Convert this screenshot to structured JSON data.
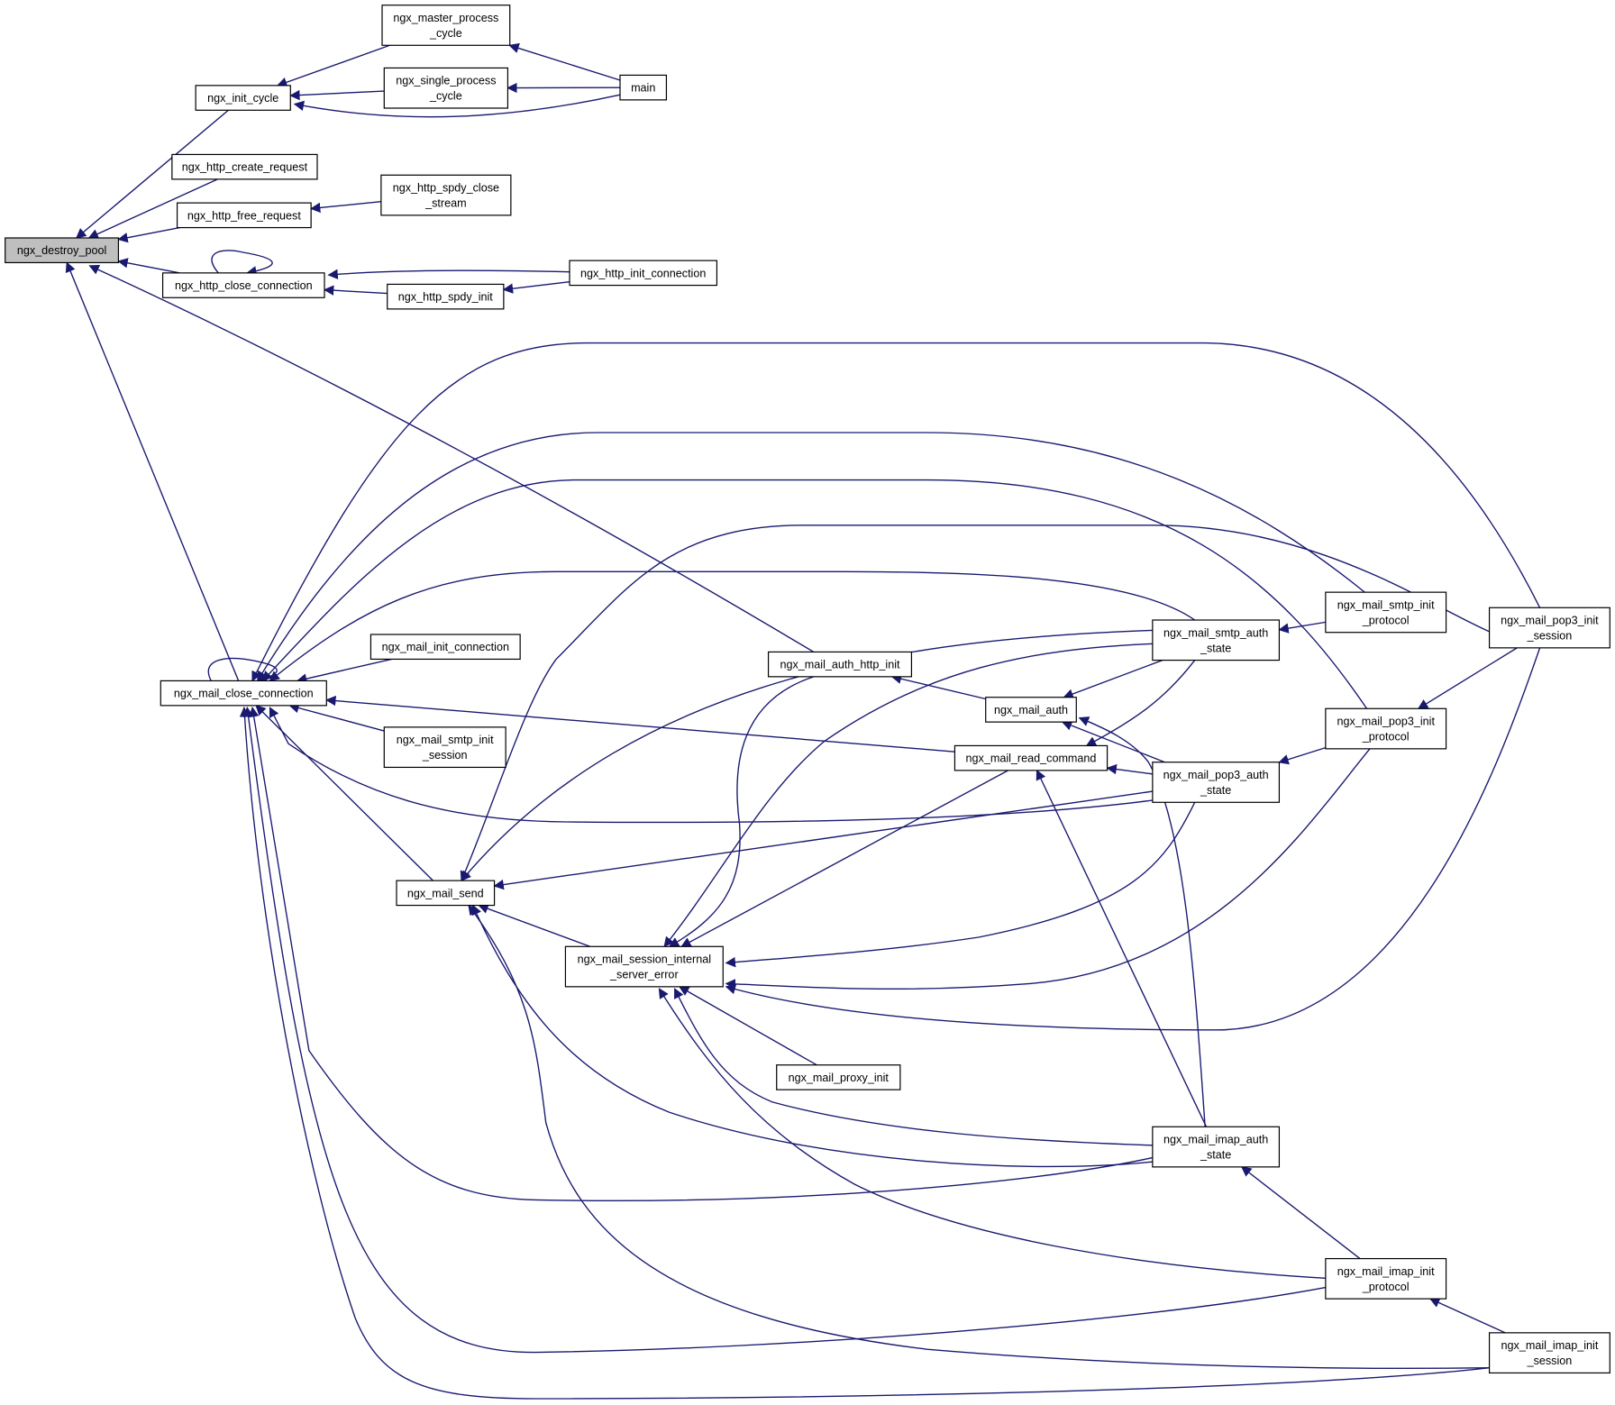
{
  "colors": {
    "edge": "#191970",
    "root_fill": "#bfbfbf",
    "node_fill": "#ffffff",
    "node_stroke": "#000000"
  },
  "nodes": {
    "destroy_pool": {
      "lines": [
        "ngx_destroy_pool"
      ],
      "root": true
    },
    "init_cycle": {
      "lines": [
        "ngx_init_cycle"
      ]
    },
    "master_process_cycle": {
      "lines": [
        "ngx_master_process",
        "_cycle"
      ]
    },
    "single_process_cycle": {
      "lines": [
        "ngx_single_process",
        "_cycle"
      ]
    },
    "main": {
      "lines": [
        "main"
      ]
    },
    "http_create_request": {
      "lines": [
        "ngx_http_create_request"
      ]
    },
    "http_free_request": {
      "lines": [
        "ngx_http_free_request"
      ]
    },
    "http_spdy_close_stream": {
      "lines": [
        "ngx_http_spdy_close",
        "_stream"
      ]
    },
    "http_close_connection": {
      "lines": [
        "ngx_http_close_connection"
      ]
    },
    "http_init_connection": {
      "lines": [
        "ngx_http_init_connection"
      ]
    },
    "http_spdy_init": {
      "lines": [
        "ngx_http_spdy_init"
      ]
    },
    "mail_close_connection": {
      "lines": [
        "ngx_mail_close_connection"
      ]
    },
    "mail_init_connection": {
      "lines": [
        "ngx_mail_init_connection"
      ]
    },
    "mail_smtp_init_session": {
      "lines": [
        "ngx_mail_smtp_init",
        "_session"
      ]
    },
    "mail_auth_http_init": {
      "lines": [
        "ngx_mail_auth_http_init"
      ]
    },
    "mail_auth": {
      "lines": [
        "ngx_mail_auth"
      ]
    },
    "mail_read_command": {
      "lines": [
        "ngx_mail_read_command"
      ]
    },
    "mail_send": {
      "lines": [
        "ngx_mail_send"
      ]
    },
    "mail_session_internal_server_error": {
      "lines": [
        "ngx_mail_session_internal",
        "_server_error"
      ]
    },
    "mail_proxy_init": {
      "lines": [
        "ngx_mail_proxy_init"
      ]
    },
    "mail_smtp_auth_state": {
      "lines": [
        "ngx_mail_smtp_auth",
        "_state"
      ]
    },
    "mail_pop3_auth_state": {
      "lines": [
        "ngx_mail_pop3_auth",
        "_state"
      ]
    },
    "mail_imap_auth_state": {
      "lines": [
        "ngx_mail_imap_auth",
        "_state"
      ]
    },
    "mail_smtp_init_protocol": {
      "lines": [
        "ngx_mail_smtp_init",
        "_protocol"
      ]
    },
    "mail_pop3_init_protocol": {
      "lines": [
        "ngx_mail_pop3_init",
        "_protocol"
      ]
    },
    "mail_imap_init_protocol": {
      "lines": [
        "ngx_mail_imap_init",
        "_protocol"
      ]
    },
    "mail_pop3_init_session": {
      "lines": [
        "ngx_mail_pop3_init",
        "_session"
      ]
    },
    "mail_imap_init_session": {
      "lines": [
        "ngx_mail_imap_init",
        "_session"
      ]
    }
  },
  "edges": [
    {
      "from": "init_cycle",
      "to": "destroy_pool"
    },
    {
      "from": "http_create_request",
      "to": "destroy_pool"
    },
    {
      "from": "http_free_request",
      "to": "destroy_pool"
    },
    {
      "from": "http_close_connection",
      "to": "destroy_pool"
    },
    {
      "from": "mail_auth_http_init",
      "to": "destroy_pool"
    },
    {
      "from": "mail_close_connection",
      "to": "destroy_pool"
    },
    {
      "from": "master_process_cycle",
      "to": "init_cycle"
    },
    {
      "from": "single_process_cycle",
      "to": "init_cycle"
    },
    {
      "from": "main",
      "to": "init_cycle"
    },
    {
      "from": "main",
      "to": "master_process_cycle"
    },
    {
      "from": "main",
      "to": "single_process_cycle"
    },
    {
      "from": "http_spdy_close_stream",
      "to": "http_free_request"
    },
    {
      "from": "http_close_connection",
      "to": "http_close_connection"
    },
    {
      "from": "http_init_connection",
      "to": "http_close_connection"
    },
    {
      "from": "http_spdy_init",
      "to": "http_close_connection"
    },
    {
      "from": "http_init_connection",
      "to": "http_spdy_init"
    },
    {
      "from": "mail_close_connection",
      "to": "mail_close_connection"
    },
    {
      "from": "mail_init_connection",
      "to": "mail_close_connection"
    },
    {
      "from": "mail_smtp_init_session",
      "to": "mail_close_connection"
    },
    {
      "from": "mail_read_command",
      "to": "mail_close_connection"
    },
    {
      "from": "mail_send",
      "to": "mail_close_connection"
    },
    {
      "from": "mail_pop3_init_session",
      "to": "mail_close_connection"
    },
    {
      "from": "mail_smtp_init_protocol",
      "to": "mail_close_connection"
    },
    {
      "from": "mail_pop3_init_protocol",
      "to": "mail_close_connection"
    },
    {
      "from": "mail_smtp_auth_state",
      "to": "mail_close_connection"
    },
    {
      "from": "mail_pop3_auth_state",
      "to": "mail_close_connection"
    },
    {
      "from": "mail_imap_auth_state",
      "to": "mail_close_connection"
    },
    {
      "from": "mail_imap_init_protocol",
      "to": "mail_close_connection"
    },
    {
      "from": "mail_imap_init_session",
      "to": "mail_close_connection"
    },
    {
      "from": "mail_auth",
      "to": "mail_auth_http_init"
    },
    {
      "from": "mail_smtp_auth_state",
      "to": "mail_auth"
    },
    {
      "from": "mail_pop3_auth_state",
      "to": "mail_auth"
    },
    {
      "from": "mail_imap_auth_state",
      "to": "mail_auth"
    },
    {
      "from": "mail_smtp_auth_state",
      "to": "mail_read_command"
    },
    {
      "from": "mail_pop3_auth_state",
      "to": "mail_read_command"
    },
    {
      "from": "mail_imap_auth_state",
      "to": "mail_read_command"
    },
    {
      "from": "mail_smtp_auth_state",
      "to": "mail_send"
    },
    {
      "from": "mail_pop3_auth_state",
      "to": "mail_send"
    },
    {
      "from": "mail_imap_auth_state",
      "to": "mail_send"
    },
    {
      "from": "mail_pop3_init_session",
      "to": "mail_send"
    },
    {
      "from": "mail_imap_init_session",
      "to": "mail_send"
    },
    {
      "from": "mail_session_internal_server_error",
      "to": "mail_send"
    },
    {
      "from": "mail_auth_http_init",
      "to": "mail_session_internal_server_error"
    },
    {
      "from": "mail_read_command",
      "to": "mail_session_internal_server_error"
    },
    {
      "from": "mail_smtp_auth_state",
      "to": "mail_session_internal_server_error"
    },
    {
      "from": "mail_pop3_auth_state",
      "to": "mail_session_internal_server_error"
    },
    {
      "from": "mail_pop3_init_protocol",
      "to": "mail_session_internal_server_error"
    },
    {
      "from": "mail_imap_init_session",
      "to": "mail_session_internal_server_error"
    },
    {
      "from": "mail_proxy_init",
      "to": "mail_session_internal_server_error"
    },
    {
      "from": "mail_imap_auth_state",
      "to": "mail_session_internal_server_error"
    },
    {
      "from": "mail_imap_init_protocol",
      "to": "mail_session_internal_server_error"
    },
    {
      "from": "mail_smtp_init_protocol",
      "to": "mail_smtp_auth_state"
    },
    {
      "from": "mail_pop3_init_protocol",
      "to": "mail_pop3_auth_state"
    },
    {
      "from": "mail_pop3_init_session",
      "to": "mail_pop3_init_protocol"
    },
    {
      "from": "mail_imap_init_protocol",
      "to": "mail_imap_auth_state"
    },
    {
      "from": "mail_imap_init_session",
      "to": "mail_imap_init_protocol"
    }
  ]
}
